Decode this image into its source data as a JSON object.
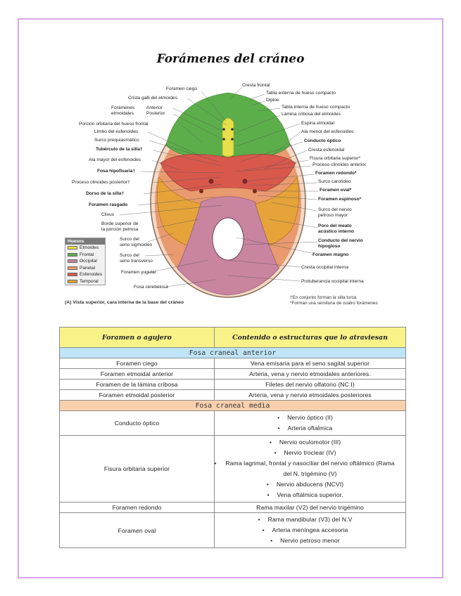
{
  "title": "Forámenes del cráneo",
  "figure": {
    "labels_left": [
      "Foramen ciego",
      "Crista galli del etmoides",
      "Forámenes",
      "etmoidales",
      "Anterior",
      "Posterior",
      "Porción orbitaria del hueso frontal",
      "Limbo del esfenoides",
      "Surco prequiasmático",
      "Tubérculo de la silla†",
      "Ala mayor del esfenoides",
      "Fosa hipofisaria†",
      "Proceso clinoides posterior†",
      "Dorso de la silla†",
      "Foramen rasgado",
      "Clivus",
      "Borde superior de",
      "la porción petrosa",
      "Surco del",
      "seno sigmoideo",
      "Surco del",
      "seno transverso",
      "Foramen yugular",
      "Fosa cerebelosa"
    ],
    "labels_right": [
      "Cresta frontal",
      "Tabla externa de hueso compacto",
      "Diploe",
      "Tabla interna de hueso compacto",
      "Lámina cribosa del etmoides",
      "Espina etmoidal",
      "Ala menor del esfenoides",
      "Conducto óptico",
      "Cresta esfenoidal",
      "Fisura orbitaria superior*",
      "Proceso clinoides anterior",
      "Foramen redondo*",
      "Surco carotídeo",
      "Foramen oval*",
      "Foramen espinoso*",
      "Surco del nervio",
      "petroso mayor",
      "Poro del meato",
      "acústico interno",
      "Conducto del nervio",
      "hipogloso",
      "Foramen magno",
      "Cresta occipital interna",
      "Protuberancia occipital interna"
    ],
    "legend": {
      "title": "Huesos",
      "items": [
        {
          "label": "Etmoides",
          "color": "#e8e04a"
        },
        {
          "label": "Frontal",
          "color": "#5cae4a"
        },
        {
          "label": "Occipital",
          "color": "#c9849f"
        },
        {
          "label": "Parietal",
          "color": "#e99a6e"
        },
        {
          "label": "Esfenoides",
          "color": "#d8584c"
        },
        {
          "label": "Temporal",
          "color": "#e6a33a"
        }
      ]
    },
    "caption": "(A) Vista superior, cara interna de la base del cráneo",
    "footnotes": [
      "†En conjunto forman la silla turca",
      "*Forman una semiluna de cuatro forámenes"
    ]
  },
  "table": {
    "headers": [
      "Foramen o agujero",
      "Contenido o estructuras que lo atraviesan"
    ],
    "sections": [
      {
        "title": "Fosa craneal anterior",
        "rows": [
          {
            "foramen": "Foramen ciego",
            "content": [
              "Vena emisaria para el seno sagital superior"
            ]
          },
          {
            "foramen": "Foramen etmoidal anterior",
            "content": [
              "Arteria, vena y nervio etmoidales anteriores."
            ]
          },
          {
            "foramen": "Foramen de la lámina cribosa",
            "content": [
              "Filetes del nervio olfatorio (NC I)"
            ]
          },
          {
            "foramen": "Foramen etmoidal posterior",
            "content": [
              "Arteria, vena y nervio etmoidales posteriores"
            ]
          }
        ]
      },
      {
        "title": "Fosa craneal media",
        "rows": [
          {
            "foramen": "Conducto óptico",
            "content": [
              "Nervio óptico (II)",
              "Arteria oftalmica"
            ]
          },
          {
            "foramen": "Fisura orbitaria superior",
            "content": [
              "Nervio oculomotor (III)",
              "Nervio troclear (IV)",
              "Rama lagrimal, frontal y nasociliar del nervio oftálmico (Rama del N. trigémino (V)",
              "Nervio abducens (NCVI)",
              "Vena oftálmica superior."
            ]
          },
          {
            "foramen": "Foramen redondo",
            "content": [
              "Rama maxilar (V2) del nervio trigémino"
            ]
          },
          {
            "foramen": "Foramen oval",
            "content": [
              "Rama mandibular (V3) del N.V",
              "Arteria meníngea accesoria",
              "Nervio petroso menor"
            ]
          }
        ]
      }
    ]
  }
}
